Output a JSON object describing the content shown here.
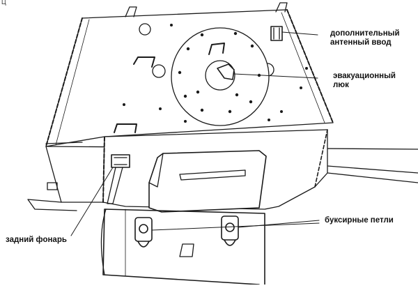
{
  "corner_mark": "Ц",
  "labels": {
    "antenna_line1": "дополнительный",
    "antenna_line2": "антенный ввод",
    "hatch_line1": "эвакуационный",
    "hatch_line2": "люк",
    "tow_loops": "буксирные петли",
    "rear_lamp": "задний фонарь"
  },
  "colors": {
    "ink": "#1a1a1a",
    "paper": "#ffffff"
  }
}
